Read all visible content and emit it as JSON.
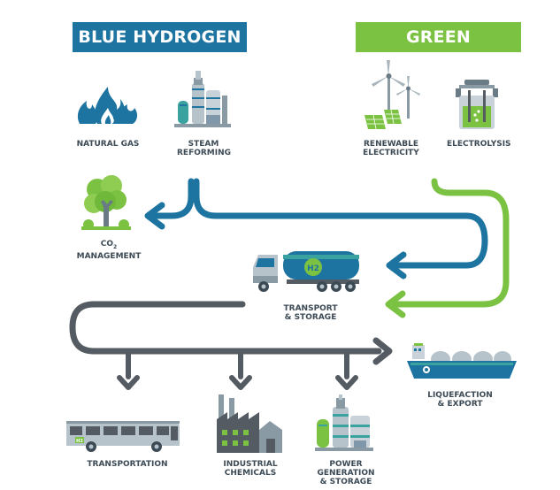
{
  "header": {
    "blue_title": "BLUE HYDROGEN",
    "green_title": "GREEN HYDROGEN"
  },
  "labels": {
    "natural_gas": "NATURAL GAS",
    "steam_reforming": "STEAM\nREFORMING",
    "renewable_electricity": "RENEWABLE\nELECTRICITY",
    "electrolysis": "ELECTROLYSIS",
    "co2_prefix": "CO",
    "co2_subscript": "2",
    "co2_suffix": " MANAGEMENT",
    "transport_storage": "TRANSPORT\n& STORAGE",
    "liquefaction_export": "LIQUEFACTION\n& EXPORT",
    "transportation": "TRANSPORTATION",
    "industrial_chemicals": "INDUSTRIAL\nCHEMICALS",
    "power_generation": "POWER GENERATION\n& STORAGE",
    "h2_tank": "H2",
    "h2_bus": "H2"
  },
  "colors": {
    "blue": "#1d74a0",
    "green": "#7cc242",
    "dark_gray": "#545b62",
    "label": "#3c4a55"
  },
  "icons": {
    "natural_gas": "flame-icon",
    "steam_reforming": "refinery-icon",
    "renewable_electricity": "wind-turbine-solar-icon",
    "electrolysis": "electrolyzer-icon",
    "co2_management": "tree-icon",
    "transport": "tanker-truck-icon",
    "liquefaction": "lng-ship-icon",
    "transportation": "bus-icon",
    "industrial": "factory-icon",
    "power": "power-plant-icon"
  }
}
